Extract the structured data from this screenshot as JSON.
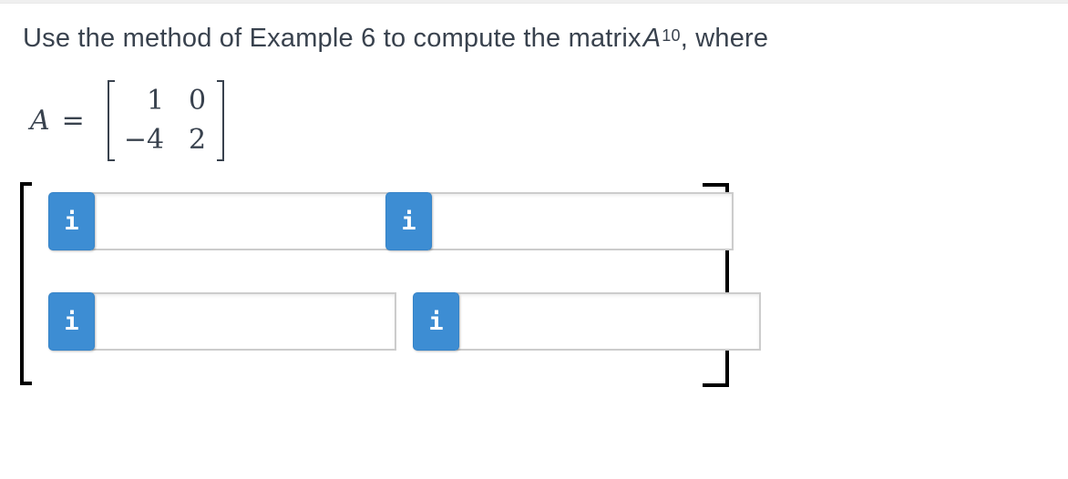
{
  "problem": {
    "statement_prefix": "Use the method of Example 6 to compute the matrix",
    "matrix_symbol": "A",
    "exponent": "10",
    "statement_suffix": ", where"
  },
  "matrix_a": {
    "symbol": "A",
    "equals_sign": "=",
    "rows": [
      [
        "1",
        "0"
      ],
      [
        "−4",
        "2"
      ]
    ]
  },
  "answer_matrix": {
    "info_button_label": "i",
    "cells": [
      {
        "position": "row1-col1",
        "value": ""
      },
      {
        "position": "row1-col2",
        "value": ""
      },
      {
        "position": "row2-col1",
        "value": ""
      },
      {
        "position": "row2-col2",
        "value": ""
      }
    ]
  },
  "colors": {
    "info_button_blue": "#3d8dd3",
    "text_dark": "#39424e",
    "field_border": "#cccccc",
    "bracket_black": "#000000",
    "top_strip_gray": "#efefef"
  }
}
